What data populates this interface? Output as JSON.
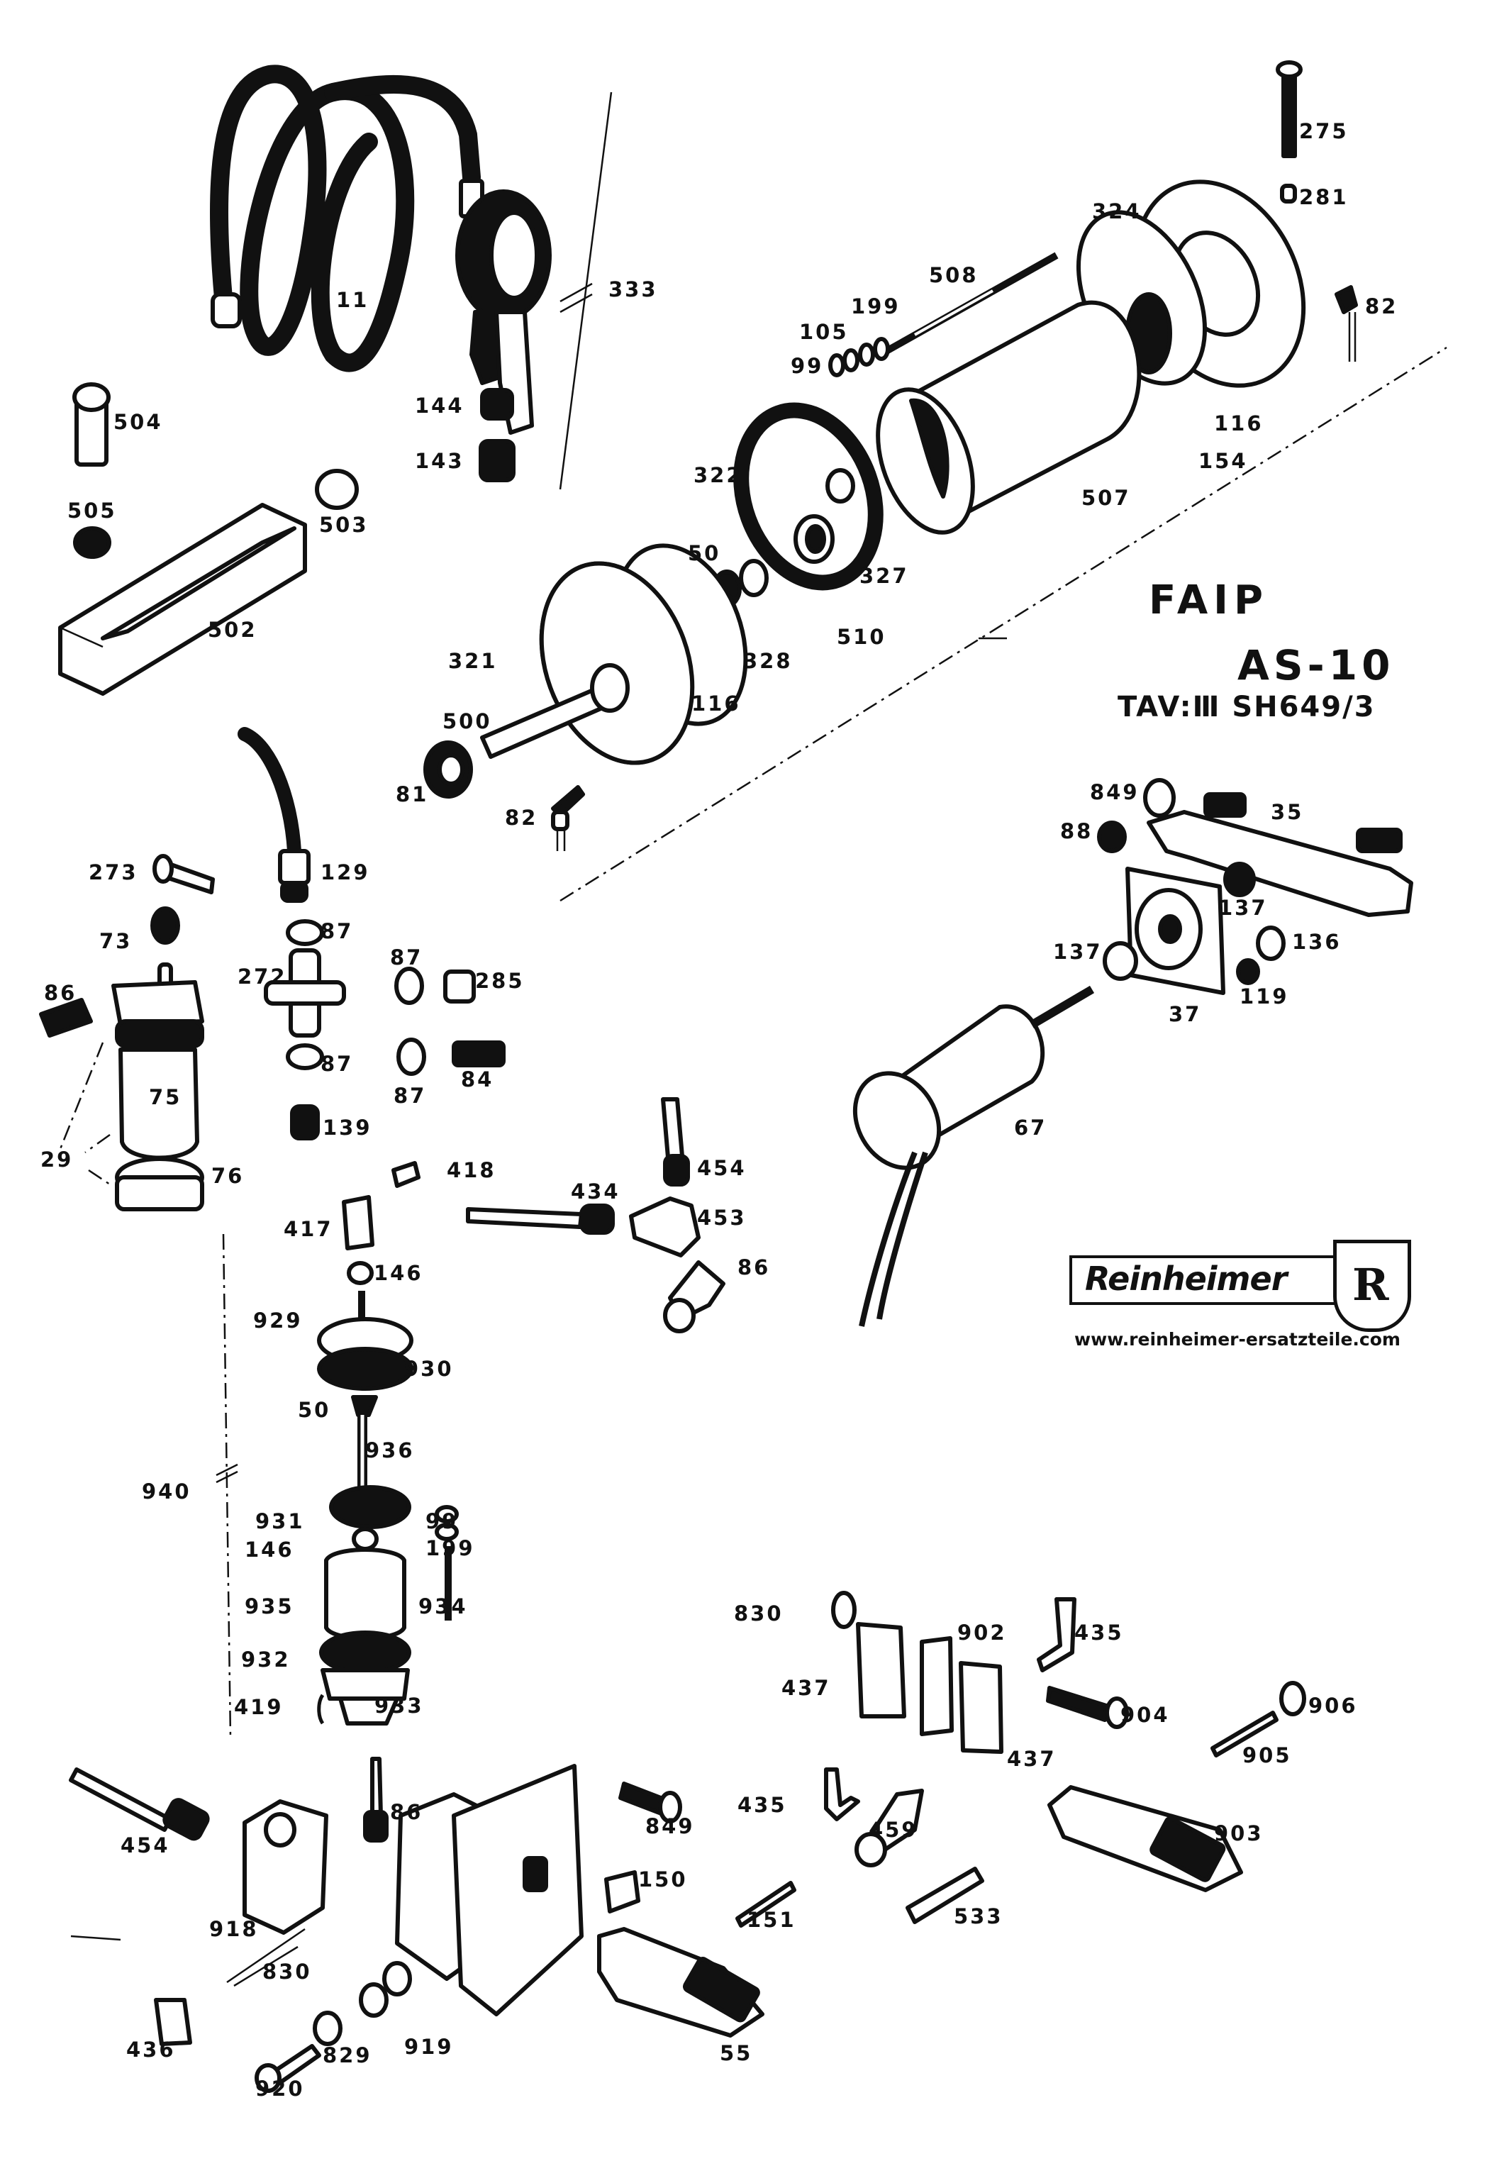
{
  "title": {
    "brand": "FAIP",
    "model": "AS-10",
    "table_ref": "TAV:Ⅲ SH649/3"
  },
  "logo": {
    "name": "Reinheimer",
    "shield_letter": "R",
    "url": "www.reinheimer-ersatzteile.com"
  },
  "labels": {
    "p11": "11",
    "p333": "333",
    "p144": "144",
    "p143": "143",
    "p504": "504",
    "p505": "505",
    "p503": "503",
    "p502": "502",
    "p275": "275",
    "p281": "281",
    "p324": "324",
    "p82a": "82",
    "p508": "508",
    "p199a": "199",
    "p105": "105",
    "p99a": "99",
    "p116a": "116",
    "p154": "154",
    "p507": "507",
    "p322": "322",
    "p327": "327",
    "p50a": "50",
    "p328": "328",
    "p510": "510",
    "p321": "321",
    "p116b": "116",
    "p500": "500",
    "p81": "81",
    "p82b": "82",
    "p273": "273",
    "p129": "129",
    "p73": "73",
    "p87a": "87",
    "p272": "272",
    "p87b": "87",
    "p285": "285",
    "p86a": "86",
    "p87c": "87",
    "p87d": "87",
    "p84": "84",
    "p75": "75",
    "p29": "29",
    "p76": "76",
    "p139": "139",
    "p849a": "849",
    "p88": "88",
    "p35": "35",
    "p137a": "137",
    "p137b": "137",
    "p136": "136",
    "p119": "119",
    "p37": "37",
    "p67": "67",
    "p418": "418",
    "p454a": "454",
    "p434": "434",
    "p453": "453",
    "p86b": "86",
    "p417": "417",
    "p146a": "146",
    "p929": "929",
    "p930": "930",
    "p50b": "50",
    "p936": "936",
    "p940": "940",
    "p931": "931",
    "p99b": "99",
    "p146b": "146",
    "p199b": "199",
    "p935": "935",
    "p934": "934",
    "p932": "932",
    "p419": "419",
    "p933": "933",
    "p830a": "830",
    "p902": "902",
    "p435a": "435",
    "p437a": "437",
    "p437b": "437",
    "p904": "904",
    "p906": "906",
    "p905": "905",
    "p435b": "435",
    "p459": "459",
    "p903": "903",
    "p533": "533",
    "p454b": "454",
    "p86c": "86",
    "p849b": "849",
    "p918": "918",
    "p150": "150",
    "p151": "151",
    "p830b": "830",
    "p436": "436",
    "p829": "829",
    "p919": "919",
    "p920": "920",
    "p55": "55"
  }
}
